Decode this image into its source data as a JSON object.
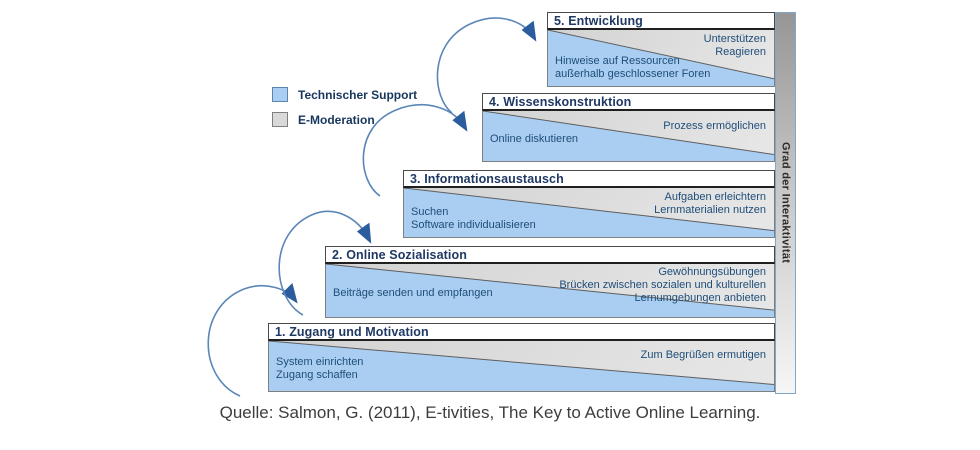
{
  "legend": {
    "items": [
      {
        "label": "Technischer Support",
        "color": "#A9CEF1"
      },
      {
        "label": "E-Moderation",
        "color": "#D9D9D9"
      }
    ]
  },
  "axis": {
    "label": "Grad der Interaktivität"
  },
  "stages": [
    {
      "title": "1. Zugang und Motivation",
      "support_lines": [
        "System einrichten",
        "Zugang schaffen"
      ],
      "moderation_lines": [
        "Zum Begrüßen ermutigen"
      ]
    },
    {
      "title": "2. Online Sozialisation",
      "support_lines": [
        "Beiträge senden und empfangen"
      ],
      "moderation_lines": [
        "Gewöhnungsübungen",
        "Brücken zwischen sozialen und kulturellen",
        "Lernumgebungen anbieten"
      ]
    },
    {
      "title": "3. Informationsaustausch",
      "support_lines": [
        "Suchen",
        "Software individualisieren"
      ],
      "moderation_lines": [
        "Aufgaben erleichtern",
        "Lernmaterialien nutzen"
      ]
    },
    {
      "title": "4. Wissenskonstruktion",
      "support_lines": [
        "Online diskutieren"
      ],
      "moderation_lines": [
        "Prozess ermöglichen"
      ]
    },
    {
      "title": "5. Entwicklung",
      "support_lines": [
        "Hinweise auf Ressourcen",
        "außerhalb geschlossener Foren"
      ],
      "moderation_lines": [
        "Unterstützen",
        "Reagieren"
      ]
    }
  ],
  "caption": "Quelle: Salmon, G. (2011), E-tivities, The Key to Active Online Learning.",
  "colors": {
    "support": "#A9CEF1",
    "moderation": "#D9D9D9",
    "arrow": "#2B5C9E"
  }
}
